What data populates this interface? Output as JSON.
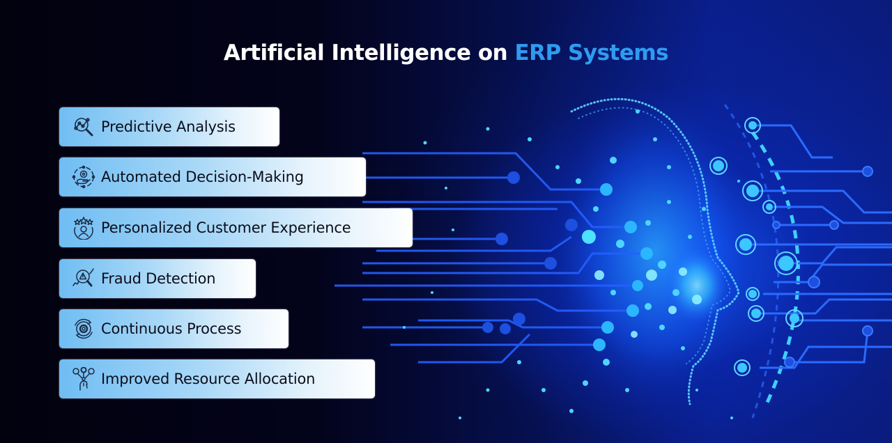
{
  "title": {
    "part1": "Artificial Intelligence on ",
    "part2": "ERP Systems"
  },
  "colors": {
    "background": "#02010f",
    "title_white": "#ffffff",
    "title_accent": "#2f9bf0",
    "card_gradient_start": "#6fbdf3",
    "card_gradient_end": "#ffffff",
    "card_text": "#0b0e1c",
    "circuit_blue": "#1e5cff",
    "glow_cyan": "#38d6ff"
  },
  "features": [
    {
      "label": "Predictive Analysis",
      "icon": "magnifier-chart-icon"
    },
    {
      "label": "Automated Decision-Making",
      "icon": "hand-gear-cycle-icon"
    },
    {
      "label": "Personalized Customer Experience",
      "icon": "user-stars-icon"
    },
    {
      "label": "Fraud Detection",
      "icon": "magnifier-warning-icon"
    },
    {
      "label": "Continuous Process",
      "icon": "gear-cycle-icon"
    },
    {
      "label": "Improved Resource Allocation",
      "icon": "hand-resources-icon"
    }
  ],
  "illustration": {
    "subject": "ai-head-circuit-illustration"
  }
}
